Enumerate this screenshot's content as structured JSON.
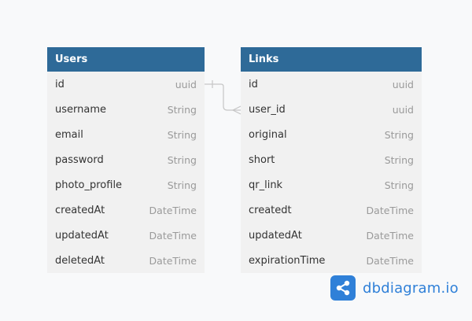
{
  "tables": {
    "users": {
      "name": "Users",
      "columns": [
        {
          "name": "id",
          "type": "uuid"
        },
        {
          "name": "username",
          "type": "String"
        },
        {
          "name": "email",
          "type": "String"
        },
        {
          "name": "password",
          "type": "String"
        },
        {
          "name": "photo_profile",
          "type": "String"
        },
        {
          "name": "createdAt",
          "type": "DateTime"
        },
        {
          "name": "updatedAt",
          "type": "DateTime"
        },
        {
          "name": "deletedAt",
          "type": "DateTime"
        }
      ]
    },
    "links": {
      "name": "Links",
      "columns": [
        {
          "name": "id",
          "type": "uuid"
        },
        {
          "name": "user_id",
          "type": "uuid"
        },
        {
          "name": "original",
          "type": "String"
        },
        {
          "name": "short",
          "type": "String"
        },
        {
          "name": "qr_link",
          "type": "String"
        },
        {
          "name": "createdt",
          "type": "DateTime"
        },
        {
          "name": "updatedAt",
          "type": "DateTime"
        },
        {
          "name": "expirationTime",
          "type": "DateTime"
        }
      ]
    }
  },
  "relationship": {
    "from": "Users.id",
    "to": "Links.user_id",
    "cardinality": "one-to-many"
  },
  "brand": {
    "text": "dbdiagram.io",
    "color": "#2f80d8"
  },
  "colors": {
    "header": "#2e6a98",
    "table_bg": "#f1f1f1",
    "background": "#f8f9fa"
  }
}
